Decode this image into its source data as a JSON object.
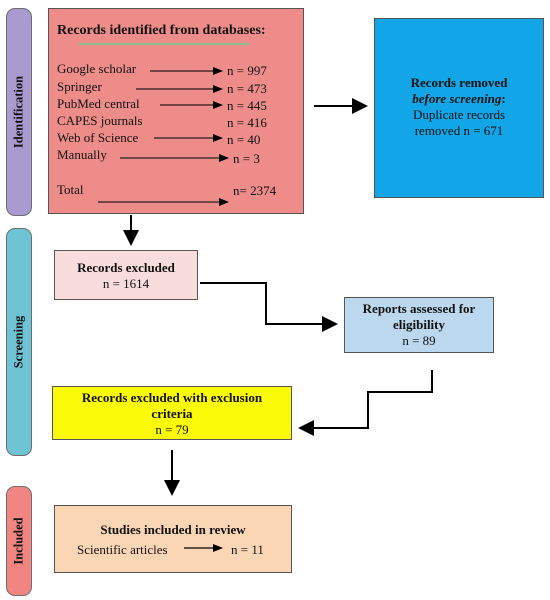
{
  "sidebar": {
    "identification": "Identification",
    "screening": "Screening",
    "included": "Included"
  },
  "identified": {
    "title": "Records identified from databases:",
    "sources": [
      {
        "name": "Google scholar",
        "count": "n = 997"
      },
      {
        "name": "Springer",
        "count": "n = 473"
      },
      {
        "name": "PubMed central",
        "count": "n = 445"
      },
      {
        "name": "CAPES journals",
        "count": "n = 416"
      },
      {
        "name": "Web of Science",
        "count": "n = 40"
      },
      {
        "name": "Manually",
        "count": "n = 3"
      }
    ],
    "total_label": "Total",
    "total_count": "n= 2374"
  },
  "removed": {
    "title": "Records removed",
    "subtitle": "before screening",
    "colon": ":",
    "line1": "Duplicate records",
    "line2": "removed   n = 671"
  },
  "excluded": {
    "title": "Records excluded",
    "count": "n = 1614"
  },
  "assessed": {
    "title_line1": "Reports assessed for",
    "title_line2": "eligibility",
    "count": "n = 89"
  },
  "excluded_criteria": {
    "title_line1": "Records excluded with  exclusion",
    "title_line2": "criteria",
    "count": "n = 79"
  },
  "included_box": {
    "title": "Studies included  in review",
    "label": "Scientific  articles",
    "count": "n = 11"
  },
  "colors": {
    "identification": "#a99ad0",
    "screening": "#6ec4d4",
    "included": "#f08582",
    "identified_box": "#ed8c88",
    "removed_box": "#12a5e8",
    "excluded_box": "#f9dcdc",
    "assessed_box": "#bcd8ef",
    "criteria_box": "#fbfa08",
    "included_box": "#fbd6b5"
  }
}
